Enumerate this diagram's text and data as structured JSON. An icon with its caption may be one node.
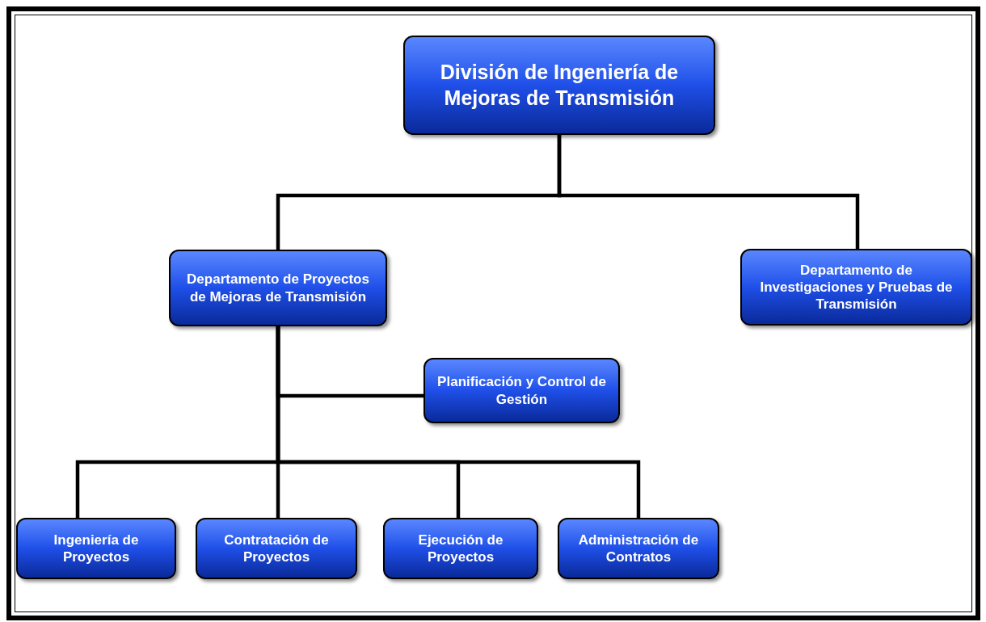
{
  "diagram": {
    "nodes": [
      {
        "text": [
          "División de Ingeniería de Mejoras de Transmisión"
        ]
      },
      {
        "text": [
          "Departamento de Proyectos de Mejoras de Transmisión"
        ]
      },
      {
        "text": [
          "Departamento de Investigaciones y Pruebas de Transmisión"
        ]
      },
      {
        "text": [
          "Planificación y Control de Gestión"
        ]
      },
      {
        "text": [
          "Ingeniería de Proyectos"
        ]
      },
      {
        "text": [
          "Contratación de Proyectos"
        ]
      },
      {
        "text": [
          "Ejecución de Proyectos"
        ]
      },
      {
        "text": [
          "Administración de Contratos"
        ]
      }
    ],
    "edges": [
      {
        "from": 0,
        "to": 1,
        "arrow": "none"
      },
      {
        "from": 0,
        "to": 2,
        "arrow": "none"
      },
      {
        "from": 1,
        "to": 3,
        "arrow": "none"
      },
      {
        "from": 1,
        "to": 4,
        "arrow": "none"
      },
      {
        "from": 1,
        "to": 5,
        "arrow": "none"
      },
      {
        "from": 1,
        "to": 6,
        "arrow": "none"
      },
      {
        "from": 1,
        "to": 7,
        "arrow": "none"
      }
    ]
  }
}
